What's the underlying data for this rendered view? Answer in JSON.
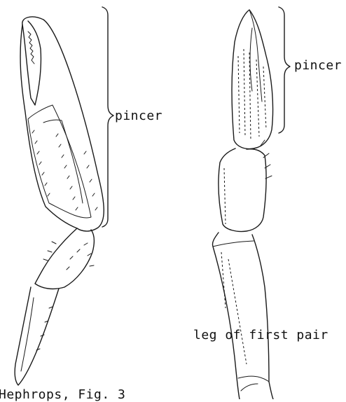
{
  "labels": {
    "pincer_left": "pincer",
    "pincer_right": "pincer",
    "leg_label": "leg of first pair",
    "caption": "Hephrops, Fig. 3"
  },
  "colors": {
    "ink": "#1a1a1a",
    "background": "#ffffff"
  }
}
